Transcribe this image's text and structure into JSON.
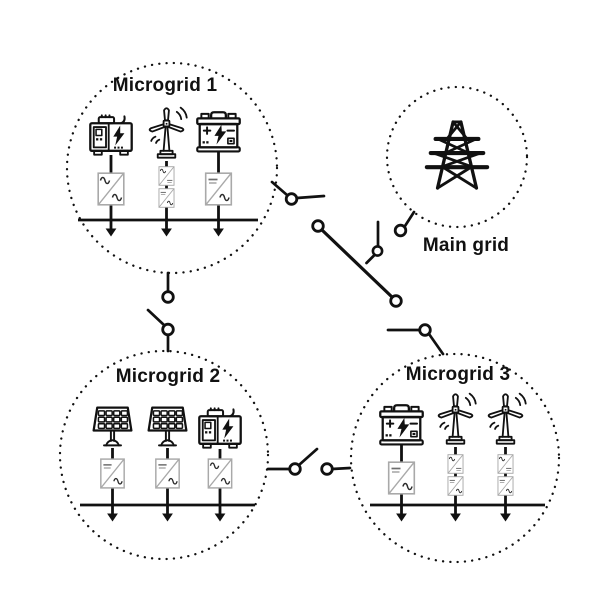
{
  "colors": {
    "background": "#ffffff",
    "ink": "#111111",
    "converter_box_stroke": "#a9a9a9"
  },
  "diagram": {
    "microgrids": [
      {
        "label": "Microgrid 1",
        "sources": [
          {
            "type": "diesel-generator",
            "converters": [
              "ac-ac"
            ]
          },
          {
            "type": "wind-turbine",
            "converters": [
              "ac-dc",
              "dc-ac"
            ]
          },
          {
            "type": "battery",
            "converters": [
              "dc-ac"
            ]
          }
        ]
      },
      {
        "label": "Microgrid 2",
        "sources": [
          {
            "type": "solar-panel",
            "converters": [
              "dc-ac"
            ]
          },
          {
            "type": "solar-panel",
            "converters": [
              "dc-ac"
            ]
          },
          {
            "type": "diesel-generator",
            "converters": [
              "ac-ac"
            ]
          }
        ]
      },
      {
        "label": "Microgrid 3",
        "sources": [
          {
            "type": "battery",
            "converters": [
              "dc-ac"
            ]
          },
          {
            "type": "wind-turbine",
            "converters": [
              "ac-dc",
              "dc-ac"
            ]
          },
          {
            "type": "wind-turbine",
            "converters": [
              "ac-dc",
              "dc-ac"
            ]
          }
        ]
      }
    ],
    "main_grid": {
      "label": "Main grid",
      "icon": "transmission-tower"
    },
    "switches": [
      {
        "id": "microgrid1-to-hub",
        "state": "open"
      },
      {
        "id": "microgrid1-to-microgrid2",
        "state": "open"
      },
      {
        "id": "microgrid2-to-microgrid3",
        "state": "open"
      },
      {
        "id": "hub-to-microgrid3",
        "state": "open"
      },
      {
        "id": "main-grid-to-hub",
        "state": "open"
      },
      {
        "id": "hub-tie-line",
        "state": "closed"
      }
    ]
  }
}
